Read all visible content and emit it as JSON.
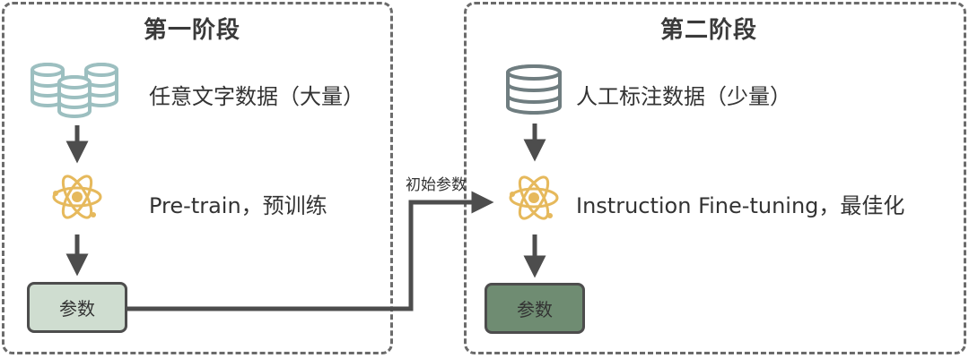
{
  "stage1": {
    "title": "第一阶段",
    "data_label": "任意文字数据（大量）",
    "train_label": "Pre-train，预训练",
    "params_label": "参数"
  },
  "stage2": {
    "title": "第二阶段",
    "data_label": "人工标注数据（少量）",
    "train_label": "Instruction Fine-tuning，最佳化",
    "params_label": "参数"
  },
  "connector": {
    "label": "初始参数"
  },
  "colors": {
    "dashed_border": "#6b6b6b",
    "arrow": "#4d4d4d",
    "database_light": "#9cbfc0",
    "database_dark": "#6f7d80",
    "atom": "#e6b95c",
    "params_light": "#cfddd0",
    "params_dark": "#6f8c72"
  },
  "icons": {
    "stage1_data": "database-stack-icon",
    "stage1_model": "atom-icon",
    "stage2_data": "database-icon",
    "stage2_model": "atom-icon"
  }
}
